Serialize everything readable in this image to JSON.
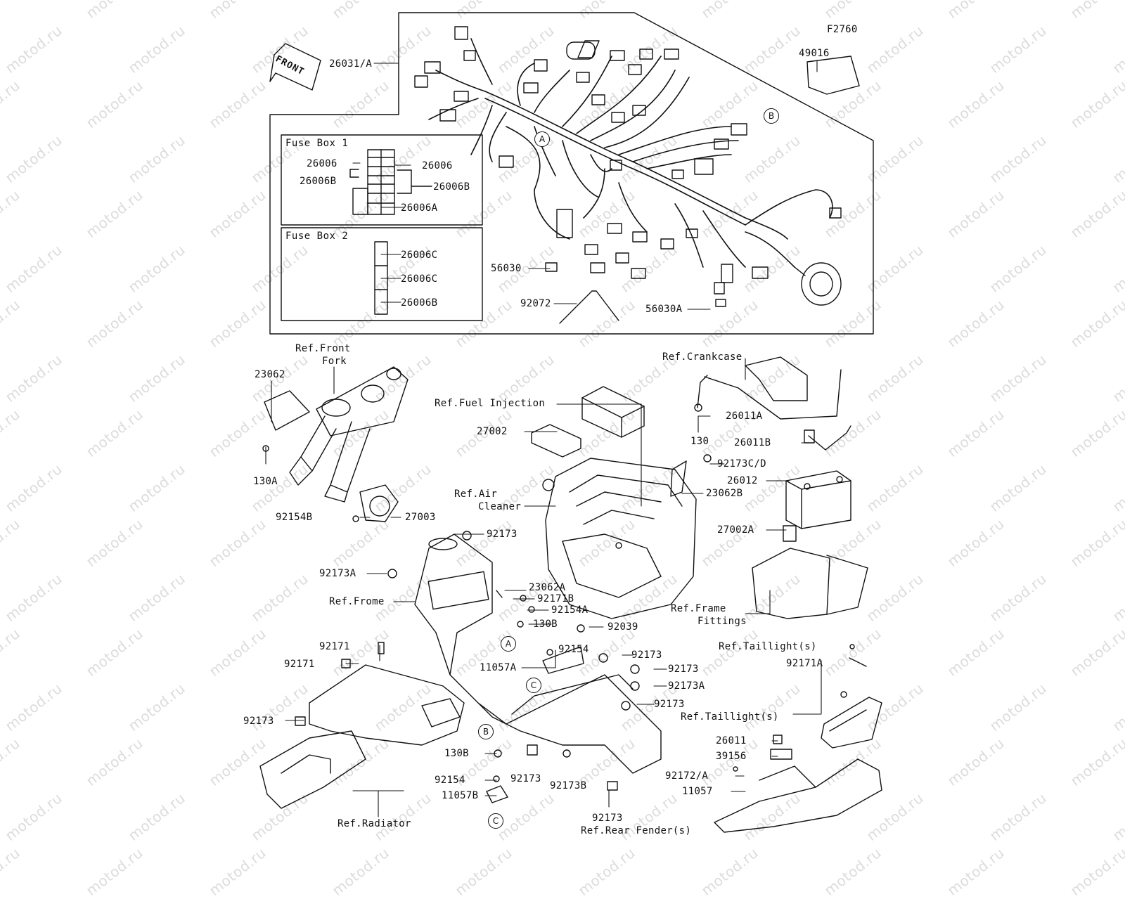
{
  "figure_code": "F2760",
  "front_arrow": "FRONT",
  "boxes": {
    "fuse_box_1": {
      "title": "Fuse Box 1",
      "labels": [
        "26006",
        "26006",
        "26006B",
        "26006B",
        "26006A"
      ]
    },
    "fuse_box_2": {
      "title": "Fuse Box 2",
      "labels": [
        "26006C",
        "26006C",
        "26006B"
      ]
    }
  },
  "callouts": {
    "c49016": "49016",
    "c26031": "26031/A",
    "c56030": "56030",
    "c92072": "92072",
    "c56030a": "56030A",
    "c23062": "23062",
    "c130a": "130A",
    "c92154b": "92154B",
    "c27003": "27003",
    "c27002": "27002",
    "c92173_a": "92173",
    "c92173a_a": "92173A",
    "c23062a": "23062A",
    "c92171b": "92171B",
    "c92154a": "92154A",
    "c130b_a": "130B",
    "c92039": "92039",
    "c92171_a": "92171",
    "c92171_b": "92171",
    "c11057a": "11057A",
    "c92154_a": "92154",
    "c92173_b": "92173",
    "c92173_c": "92173",
    "c92173a_b": "92173A",
    "c92173_d": "92173",
    "c92173_e": "92173",
    "c130b_b": "130B",
    "c92173_f": "92173",
    "c92173b": "92173B",
    "c92154_b": "92154",
    "c11057b": "11057B",
    "c92173_g": "92173",
    "c130": "130",
    "c26011a": "26011A",
    "c26011b": "26011B",
    "c92173cd": "92173C/D",
    "c26012": "26012",
    "c23062b": "23062B",
    "c27002a": "27002A",
    "c92171a": "92171A",
    "c26011": "26011",
    "c39156": "39156",
    "c92172a": "92172/A",
    "c11057": "11057"
  },
  "references": {
    "front_fork_1": "Ref.Front",
    "front_fork_2": "Fork",
    "crankcase": "Ref.Crankcase",
    "fuel_injection": "Ref.Fuel Injection",
    "air_cleaner_1": "Ref.Air",
    "air_cleaner_2": "Cleaner",
    "frame": "Ref.Frome",
    "frame_fittings_1": "Ref.Frame",
    "frame_fittings_2": "Fittings",
    "taillight_1": "Ref.Taillight(s)",
    "taillight_2": "Ref.Taillight(s)",
    "radiator": "Ref.Radiator",
    "rear_fender": "Ref.Rear Fender(s)"
  },
  "circle_markers": {
    "a1": "A",
    "a2": "A",
    "b1": "B",
    "b2": "B",
    "c1": "C",
    "c2": "C"
  },
  "watermark": "motod.ru"
}
